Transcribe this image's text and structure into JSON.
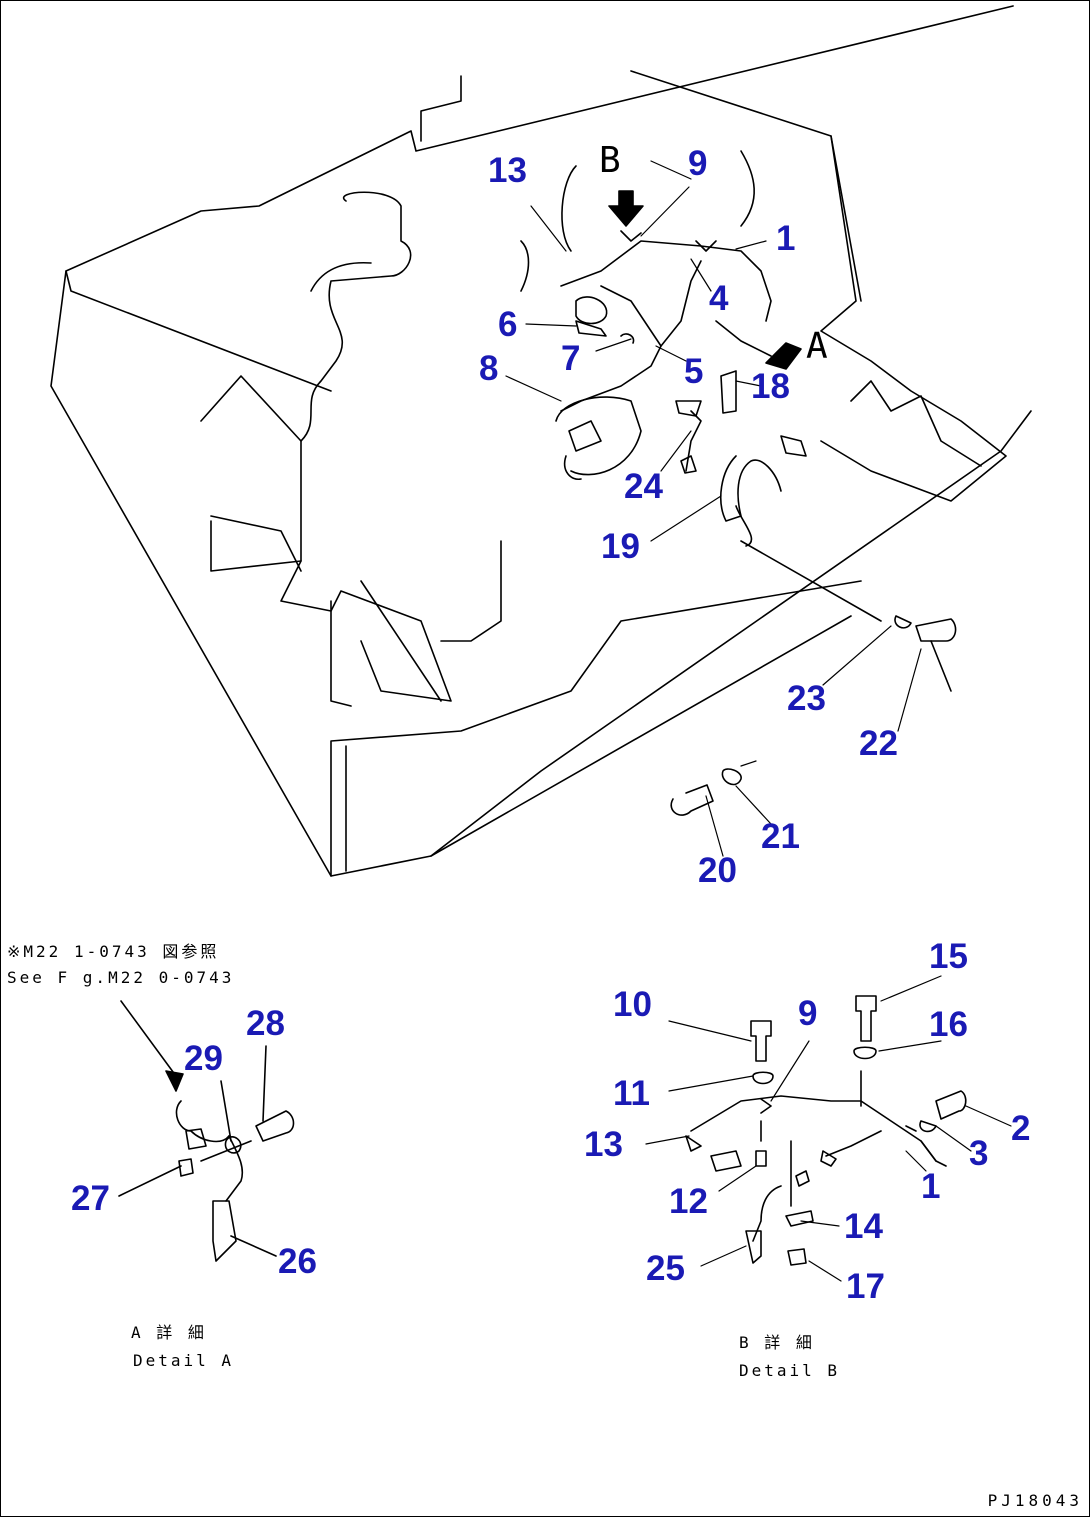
{
  "detail_letters": {
    "a": "A",
    "b": "B"
  },
  "main_view": {
    "callouts": [
      "13",
      "9",
      "1",
      "4",
      "6",
      "7",
      "5",
      "8",
      "18",
      "24",
      "19",
      "23",
      "22",
      "21",
      "20"
    ]
  },
  "detail_a": {
    "reference_note_jp": "※M22 1-0743 図参照",
    "reference_note_en": "See F g.M22 0-0743",
    "callouts": [
      "28",
      "29",
      "27",
      "26"
    ],
    "caption_jp": "A 詳 細",
    "caption_en": "Detail A"
  },
  "detail_b": {
    "callouts": [
      "15",
      "10",
      "9",
      "16",
      "11",
      "2",
      "13",
      "3",
      "1",
      "12",
      "14",
      "25",
      "17"
    ],
    "caption_jp": "B 詳 細",
    "caption_en": "Detail B"
  },
  "figure_id": "PJ18043",
  "colors": {
    "callout": "#1a1ab4",
    "line": "#000000"
  }
}
